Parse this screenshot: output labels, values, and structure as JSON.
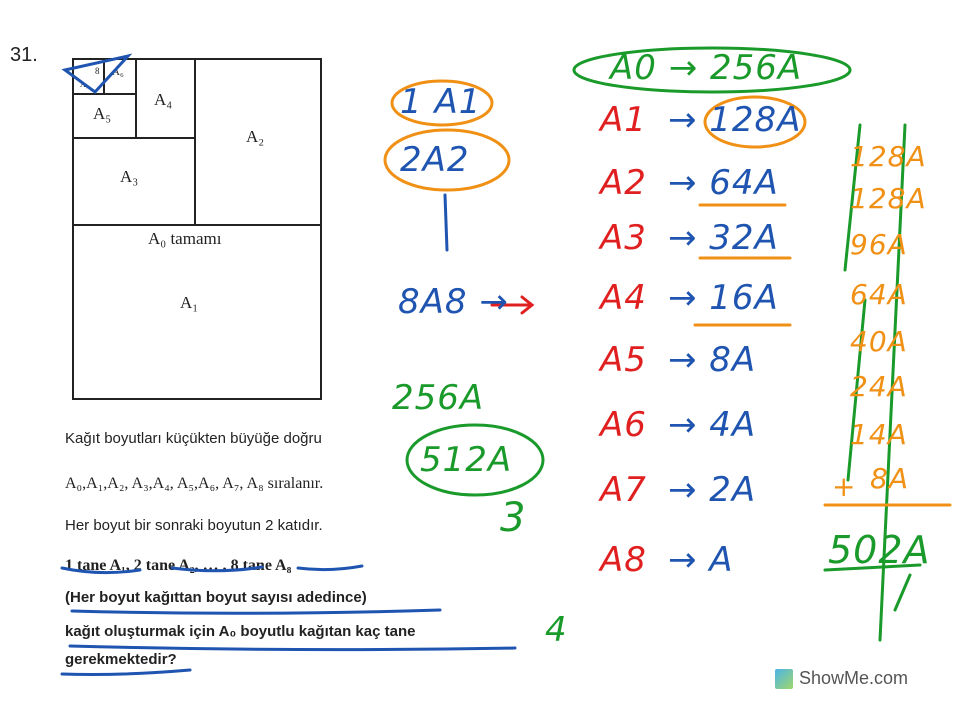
{
  "problem_number": "31.",
  "diagram": {
    "labels": {
      "a0": "A₀ tamamı",
      "a1": "A₁",
      "a2": "A₂",
      "a3": "A₃",
      "a4": "A₄",
      "a5": "A₅",
      "a6": "A₆",
      "a7": "A₇",
      "a8": "8"
    }
  },
  "question": {
    "line1": "Kağıt boyutları küçükten büyüğe doğru",
    "line2": "A₀,A₁,A₂, A₃,A₄, A₅,A₆, A₇, A₈ sıralanır.",
    "line3": "Her boyut bir sonraki boyutun 2 katıdır.",
    "line4": "1 tane  A₁, 2 tane A₂, … , 8 tane A₈",
    "line5": "(Her boyut kağıttan boyut sayısı adedince)",
    "line6": "kağıt oluşturmak için A₀ boyutlu  kağıtan kaç tane",
    "line7": "gerekmektedir?"
  },
  "handwriting": {
    "header": "A0 → 256A",
    "left": [
      "1 A1",
      "2A2",
      "8A8 →",
      "256A",
      "512A",
      "3",
      "4"
    ],
    "sizes": [
      "A1",
      "A2",
      "A3",
      "A4",
      "A5",
      "A6",
      "A7",
      "A8"
    ],
    "values": [
      "→ 128A",
      "→ 64A",
      "→ 32A",
      "→ 16A",
      "→ 8A",
      "→ 4A",
      "→ 2A",
      "→ A"
    ],
    "products": [
      "128A",
      "128A",
      "96A",
      "64A",
      "40A",
      "24A",
      "14A",
      "8A"
    ],
    "plus": "+",
    "total": "502A"
  },
  "colors": {
    "red": "#e02020",
    "blue": "#1f55b0",
    "green": "#1a9a2a",
    "orange": "#f09015"
  },
  "watermark": "ShowMe.com"
}
